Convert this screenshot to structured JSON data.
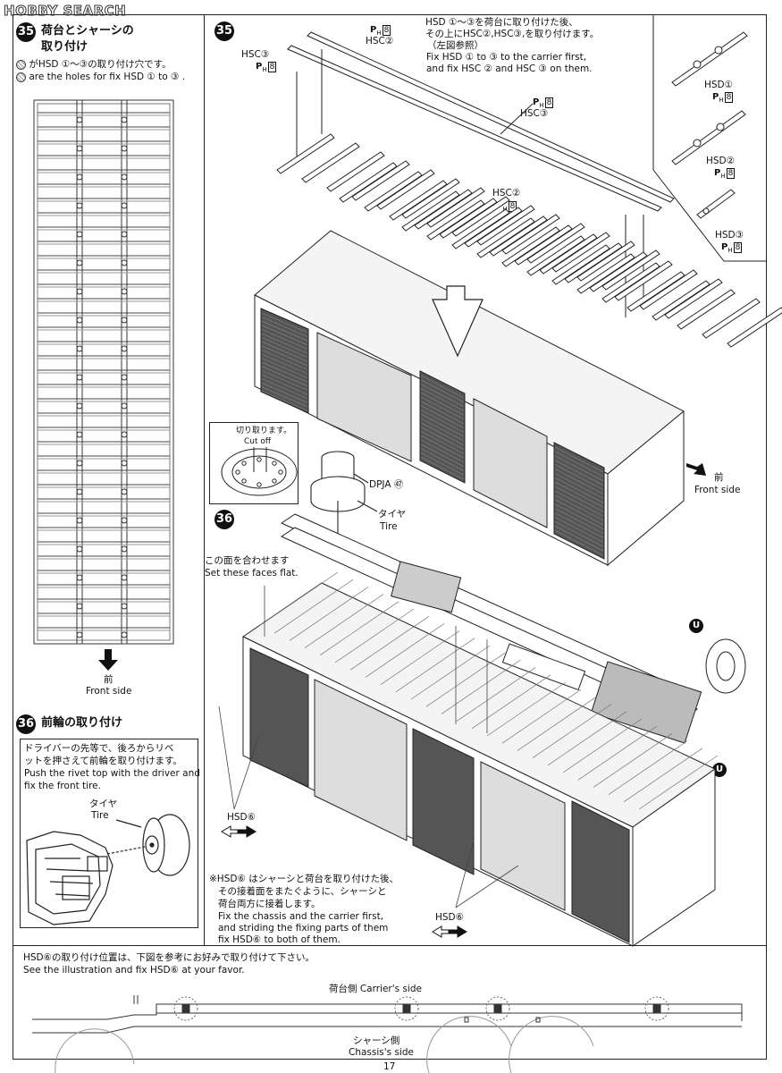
{
  "watermark": {
    "logo_h": "H",
    "logo_rest": "OBBY SEARCH"
  },
  "page_number": "17",
  "left": {
    "step35": {
      "number": "35",
      "title_ja_1": "荷台とシャーシの",
      "title_ja_2": "取り付け",
      "note_ja": "がHSD ①～③の取り付け穴です。",
      "note_en": "are the holes for fix HSD ① to ③ ."
    },
    "front_ja": "前",
    "front_en": "Front side",
    "step36": {
      "number": "36",
      "title_ja": "前輪の取り付け",
      "note_ja_1": "ドライバーの先等で、後ろからリベ",
      "note_ja_2": "ットを押さえて前輪を取り付けます。",
      "note_en_1": "Push the rivet top with the driver and",
      "note_en_2": "fix the  front tire.",
      "tire_ja": "タイヤ",
      "tire_en": "Tire"
    }
  },
  "main": {
    "step35_number": "35",
    "hsd_note_ja_1": "HSD ①～③を荷台に取り付けた後、",
    "hsd_note_ja_2": "その上にHSC②,HSC③,を取り付けます。",
    "hsd_note_ja_3": "（左図参照）",
    "hsd_note_en_1": "Fix HSD ① to ③ to the carrier first,",
    "hsd_note_en_2": "and fix HSC ② and HSC ③ on them.",
    "labels": {
      "hsc2_top": "HSC②",
      "hsc3_left": "HSC③",
      "hsc3_right": "HSC③",
      "hsc2_mid": "HSC②",
      "ph8": "8",
      "ph_prefix": "P",
      "ph_sub": "H"
    },
    "inset": {
      "hsd1": "HSD①",
      "hsd2": "HSD②",
      "hsd3": "HSD③"
    },
    "front_ja": "前",
    "front_en": "Front side",
    "cutoff_ja": "切り取ります。",
    "cutoff_en": "Cut off",
    "dpja": "DPJA ㊼",
    "tire_ja": "タイヤ",
    "tire_en": "Tire",
    "step36_number": "36",
    "flat_ja": "この面を合わせます",
    "flat_en": "Set these faces flat.",
    "u_mark": "U",
    "hsd6": "HSD⑥",
    "hsd6_note_ja_1": "※HSD⑥ はシャーシと荷台を取り付けた後、",
    "hsd6_note_ja_2": "その接着面をまたぐように、シャーシと",
    "hsd6_note_ja_3": "荷台両方に接着します。",
    "hsd6_note_en_1": "Fix the chassis and the carrier first,",
    "hsd6_note_en_2": "and striding the fixing parts of them",
    "hsd6_note_en_3": "fix HSD⑥ to both of them."
  },
  "bottom": {
    "note_ja": "HSD⑥の取り付け位置は、下図を参考にお好みで取り付けて下さい。",
    "note_en": "See the illustration and fix HSD⑥ at your favor.",
    "carrier_side": "荷台側 Carrier's side",
    "chassis_side_ja": "シャーシ側",
    "chassis_side_en": "Chassis's side"
  }
}
